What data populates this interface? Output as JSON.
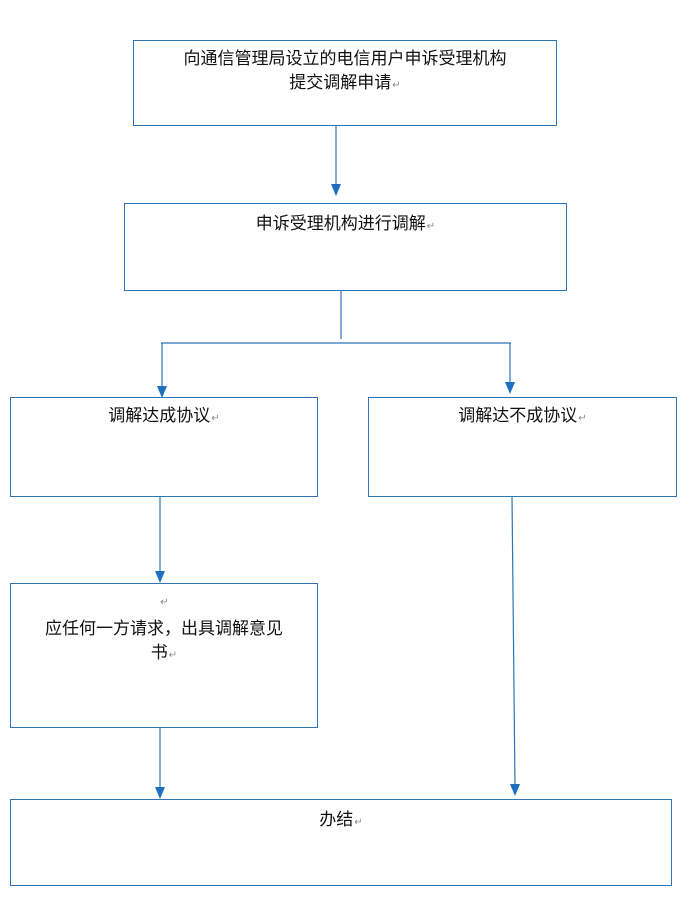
{
  "colors": {
    "border": "#2e75b6",
    "line": "#2e75b6",
    "arrow": "#1f6fbf",
    "text": "#111111"
  },
  "paragraph_mark": "↵",
  "nodes": {
    "submit": {
      "line1": "向通信管理局设立的电信用户申诉受理机构",
      "line2": "提交调解申请"
    },
    "mediate": {
      "line1": "申诉受理机构进行调解"
    },
    "agreed": {
      "line1": "调解达成协议"
    },
    "not_agreed": {
      "line1": "调解达不成协议"
    },
    "opinion": {
      "line1": "应任何一方请求，出具调解意见",
      "line2": "书"
    },
    "close": {
      "line1": "办结"
    }
  }
}
